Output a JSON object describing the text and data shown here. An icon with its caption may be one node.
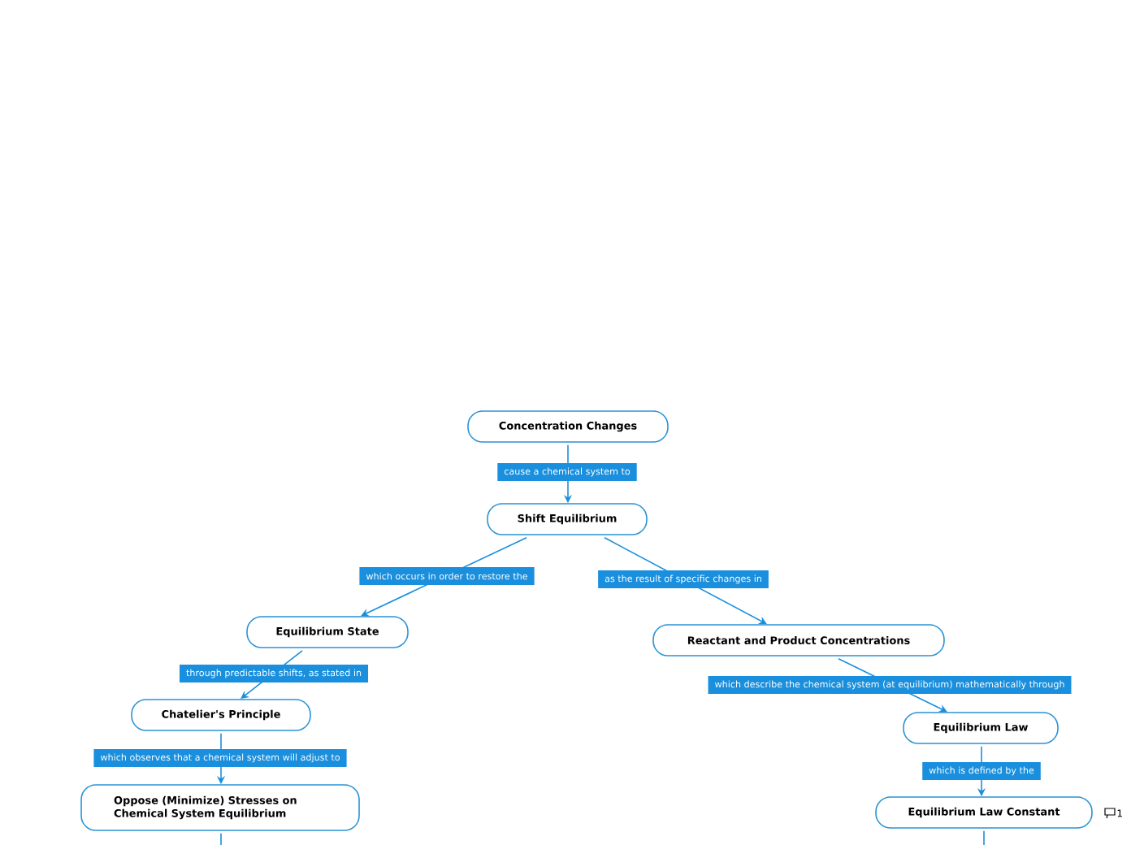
{
  "diagram": {
    "nodes": [
      {
        "text": [
          "Concentration Changes"
        ]
      },
      {
        "text": [
          "Shift Equilibrium"
        ]
      },
      {
        "text": [
          "Equilibrium State"
        ]
      },
      {
        "text": [
          "Reactant and Product Concentrations"
        ]
      },
      {
        "text": [
          "Chatelier's Principle"
        ]
      },
      {
        "text": [
          "Oppose (Minimize) Stresses on Chemical System Equilibrium"
        ]
      },
      {
        "text": [
          "Equilibrium Law"
        ]
      },
      {
        "text": [
          "Equilibrium Law Constant"
        ],
        "beside": [
          "1"
        ]
      }
    ],
    "edges": [
      {
        "from": 0,
        "to": 1,
        "arrow": "to",
        "label": "cause a chemical system to"
      },
      {
        "from": 1,
        "to": 2,
        "arrow": "to",
        "label": "which occurs in order to restore the"
      },
      {
        "from": 1,
        "to": 3,
        "arrow": "to",
        "label": "as the result of specific changes in"
      },
      {
        "from": 2,
        "to": 4,
        "arrow": "to",
        "label": "through predictable shifts, as stated in"
      },
      {
        "from": 4,
        "to": 5,
        "arrow": "to",
        "label": "which observes that a chemical system will adjust to"
      },
      {
        "from": 3,
        "to": 6,
        "arrow": "to",
        "label": "which describe the chemical system (at equilibrium) mathematically through"
      },
      {
        "from": 6,
        "to": 7,
        "arrow": "to",
        "label": "which is defined by the"
      },
      {
        "from": 5,
        "to": null,
        "arrow": "none"
      },
      {
        "from": 7,
        "to": null,
        "arrow": "none"
      }
    ]
  }
}
